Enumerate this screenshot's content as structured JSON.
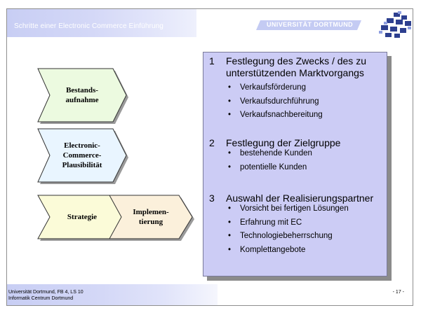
{
  "header": {
    "title": "Schritte einer Electronic Commerce Einführung",
    "university": "UNIVERSITÄT DORTMUND"
  },
  "chevrons": [
    {
      "label": "Bestands-\naufnahme",
      "fill": "#ecfae0"
    },
    {
      "label": "Electronic-\nCommerce-\nPlausibilität",
      "fill": "#e9f5ff"
    },
    {
      "label": "Strategie",
      "fill": "#fbfbd8"
    },
    {
      "label": "Implemen-\ntierung",
      "fill": "#fbf0db"
    }
  ],
  "panel": {
    "sections": [
      {
        "num": "1",
        "title": "Festlegung des Zwecks / des zu unterstützenden Marktvorgangs",
        "bullets": [
          "Verkaufsförderung",
          "Verkaufsdurchführung",
          "Verkaufsnachbereitung"
        ]
      },
      {
        "num": "2",
        "title": "Festlegung der Zielgruppe",
        "bullets": [
          "bestehende Kunden",
          "potentielle Kunden"
        ]
      },
      {
        "num": "3",
        "title": "Auswahl der Realisierungspartner",
        "bullets": [
          "Vorsicht bei fertigen Lösungen",
          "Erfahrung mit EC",
          "Technologiebeherrschung",
          "Komplettangebote"
        ]
      }
    ],
    "bullet_symbol": "•",
    "background": "#ccccf5"
  },
  "footer": {
    "line1": "Universität Dortmund, FB 4, LS 10",
    "line2": "Informatik Centrum Dortmund",
    "page": "- 17 -"
  }
}
